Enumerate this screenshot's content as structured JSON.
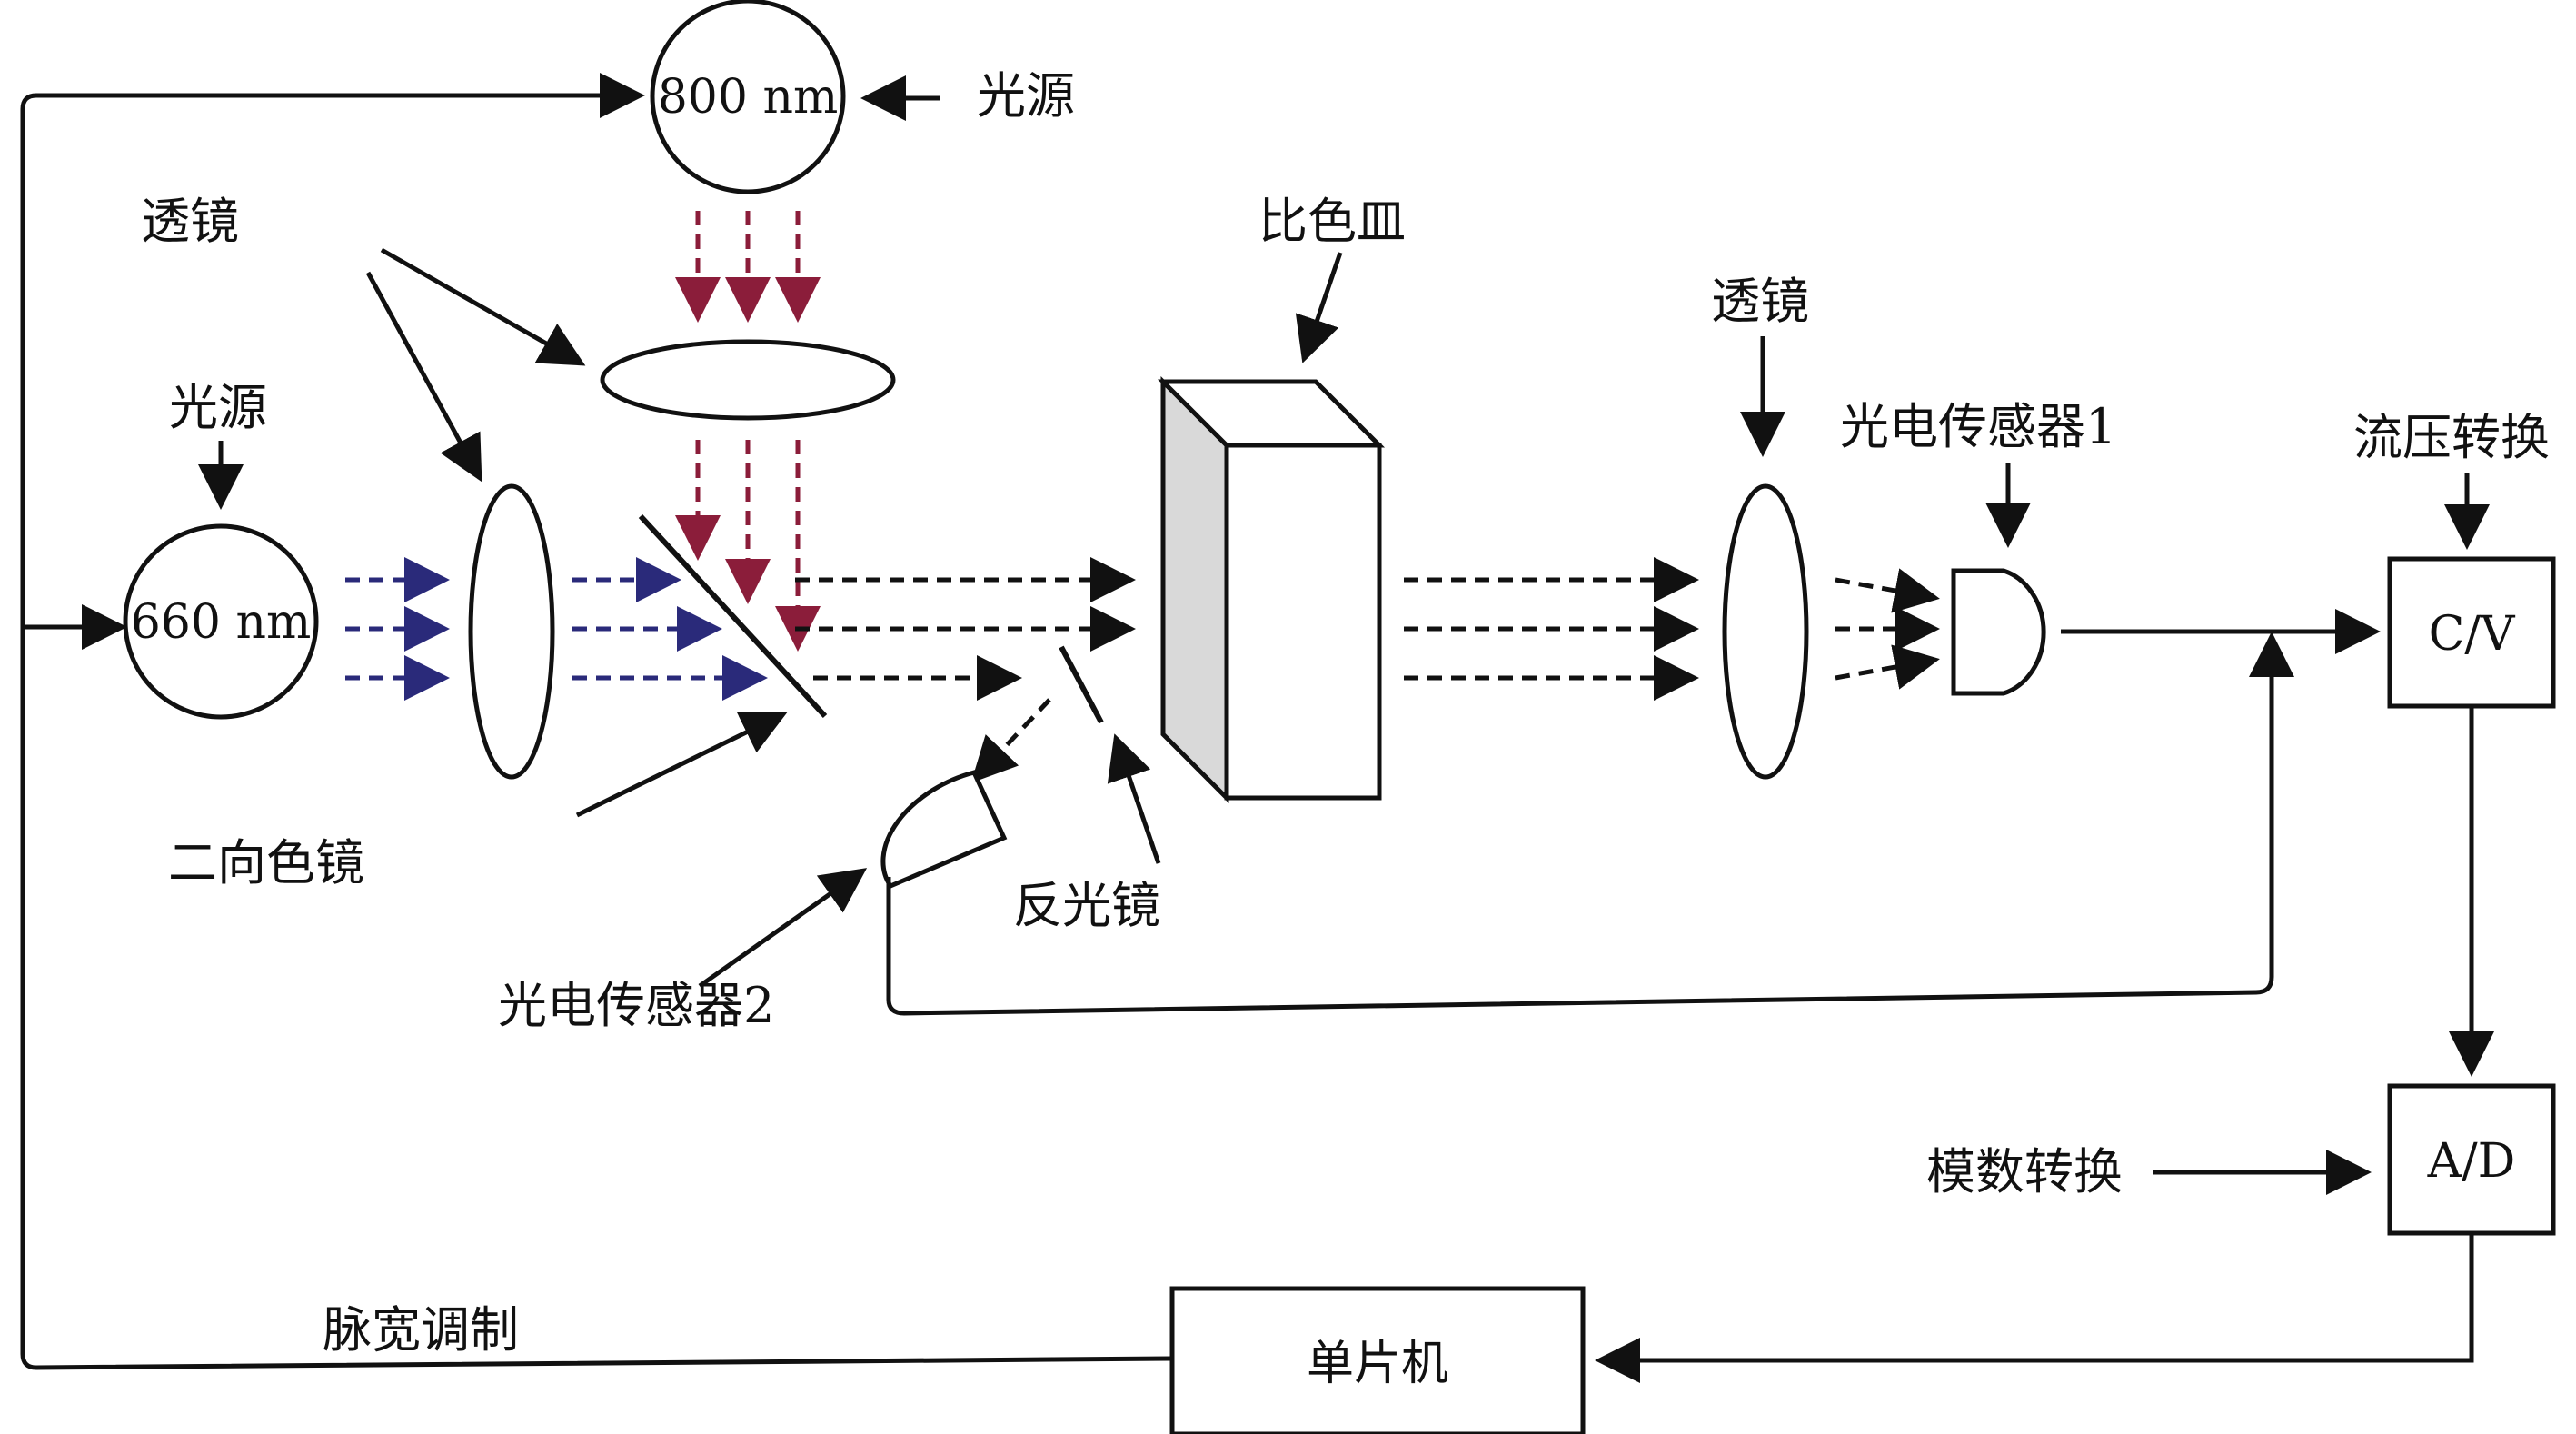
{
  "labels": {
    "source_800": "800 nm",
    "source_660": "660 nm",
    "light_source_top": "光源",
    "light_source_left": "光源",
    "lens_left": "透镜",
    "lens_right": "透镜",
    "cuvette": "比色皿",
    "sensor1": "光电传感器1",
    "sensor2": "光电传感器2",
    "dichroic_mirror": "二向色镜",
    "reflector": "反光镜",
    "cv_converter": "流压转换",
    "ad_converter": "模数转换",
    "pwm": "脉宽调制"
  },
  "boxes": {
    "cv": "C/V",
    "ad": "A/D",
    "mcu": "单片机"
  },
  "colors": {
    "beam_660": "#2a2a7a",
    "beam_800": "#8b1d3a",
    "beam_mixed": "#111111",
    "cuvette_side": "#d9d9d9"
  }
}
